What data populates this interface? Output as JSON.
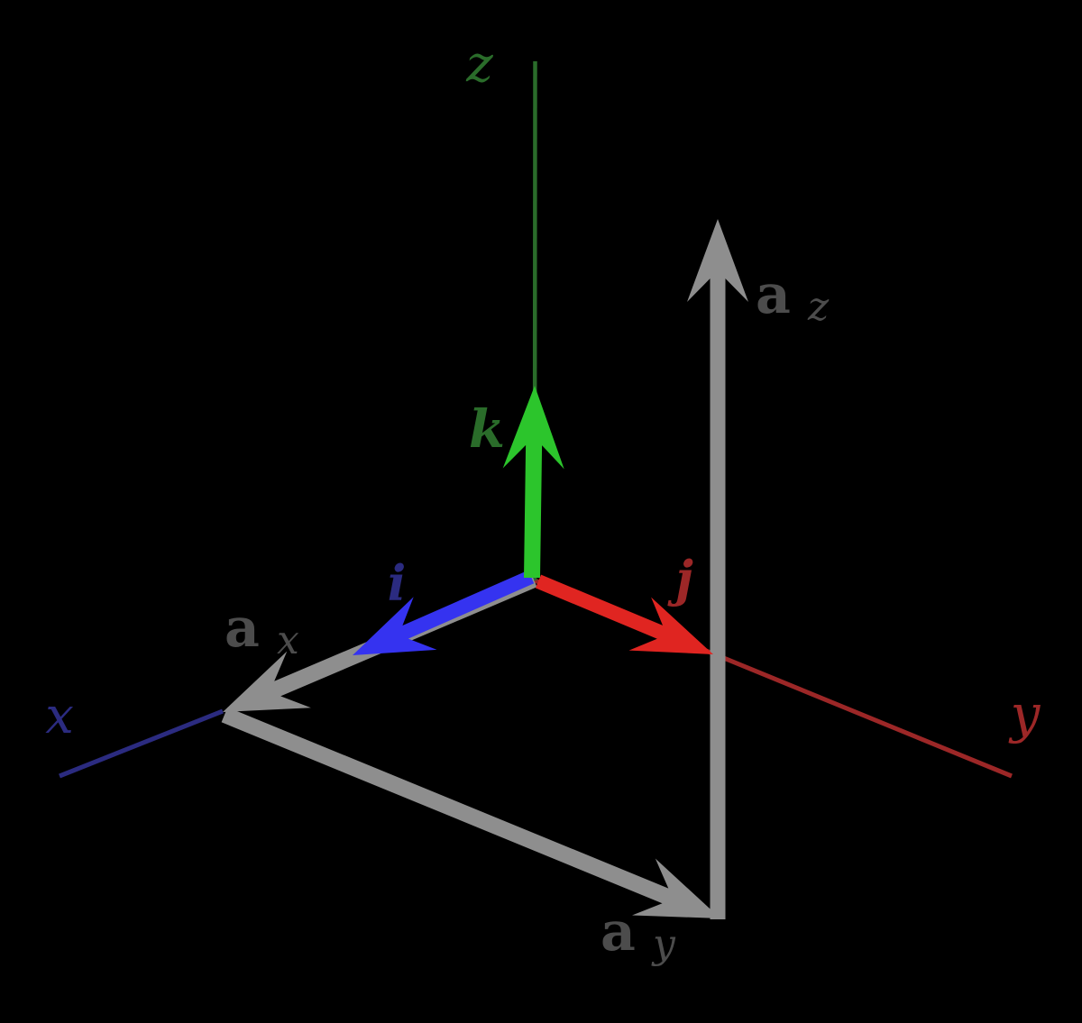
{
  "diagram": {
    "type": "3d-cartesian-axes-vector-decomposition",
    "background": "#000000"
  },
  "colors": {
    "green_bright": "#2cc52c",
    "green_dark": "#2a6c2a",
    "blue_bright": "#3533f0",
    "blue_dark": "#2b2b80",
    "red_bright": "#e02521",
    "red_dark": "#9c2727",
    "gray": "#8e8e8e",
    "gray_dark": "#4c4c4c"
  },
  "axes": {
    "x": {
      "label": "x"
    },
    "y": {
      "label": "y"
    },
    "z": {
      "label": "z"
    }
  },
  "unit_vectors": {
    "i": {
      "label": "i"
    },
    "j": {
      "label": "j"
    },
    "k": {
      "label": "k"
    }
  },
  "components": {
    "ax": {
      "main": "a",
      "sub": "x"
    },
    "ay": {
      "main": "a",
      "sub": "y"
    },
    "az": {
      "main": "a",
      "sub": "z"
    }
  }
}
